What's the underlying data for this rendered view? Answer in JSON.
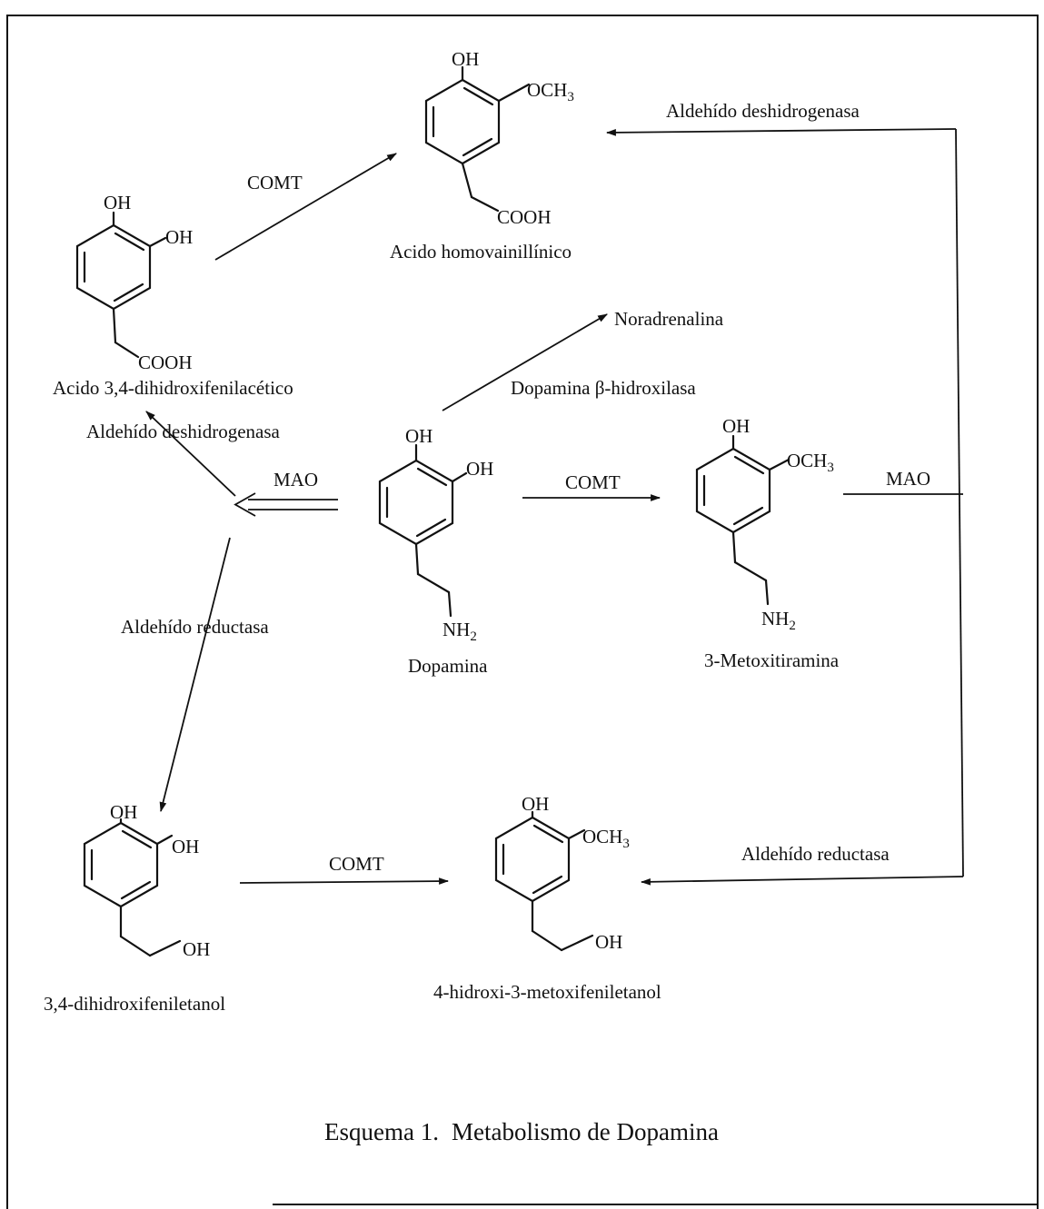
{
  "caption": {
    "number": "Esquema 1.",
    "title": "Metabolismo de Dopamina"
  },
  "compounds": {
    "dopac": "Acido 3,4-dihidroxifenilacético",
    "hva": "Acido homovainillínico",
    "dopamine": "Dopamina",
    "mta": "3-Metoxitiramina",
    "dopet": "3,4-dihidroxifeniletanol",
    "mopet": "4-hidroxi-3-metoxifeniletanol",
    "noradrenaline": "Noradrenalina"
  },
  "enzymes": {
    "comt_top": "COMT",
    "comt_middle": "COMT",
    "comt_bottom": "COMT",
    "mao_left": "MAO",
    "mao_right": "MAO",
    "dbh": "Dopamina β-hidroxilasa",
    "aldh_left": "Aldehído deshidrogenasa",
    "aldh_right": "Aldehído deshidrogenasa",
    "ar_left": "Aldehído reductasa",
    "ar_right": "Aldehído reductasa"
  },
  "atoms": {
    "oh": "OH",
    "och": "OCH",
    "cooh": "COOH",
    "nh": "NH",
    "sub3": "3",
    "sub2": "2"
  }
}
